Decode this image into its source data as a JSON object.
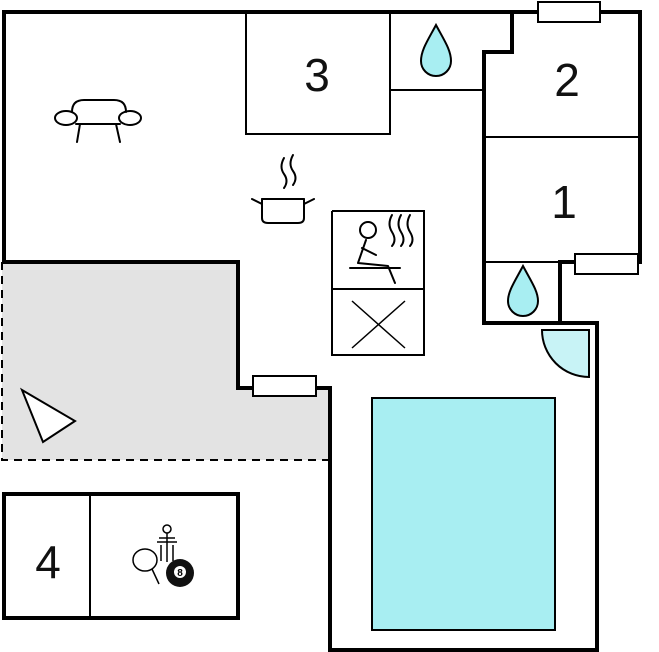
{
  "rooms": {
    "bedroom_1": "1",
    "bedroom_2": "2",
    "bedroom_3": "3",
    "bedroom_4": "4"
  },
  "icons": {
    "living": "sofa-icon",
    "kitchen": "cooking-pot-icon",
    "sauna": "sauna-icon",
    "storage": "cross-icon",
    "bathroom": "water-drop-icon",
    "games": "table-tennis-billiards-icon",
    "terrace": "sun-direction-icon"
  },
  "colors": {
    "pool": "#a8eef2",
    "water_drop": "#a8eef2",
    "terrace": "#e3e3e3",
    "door": "#c8f3f6"
  },
  "billiard_ball": "8"
}
